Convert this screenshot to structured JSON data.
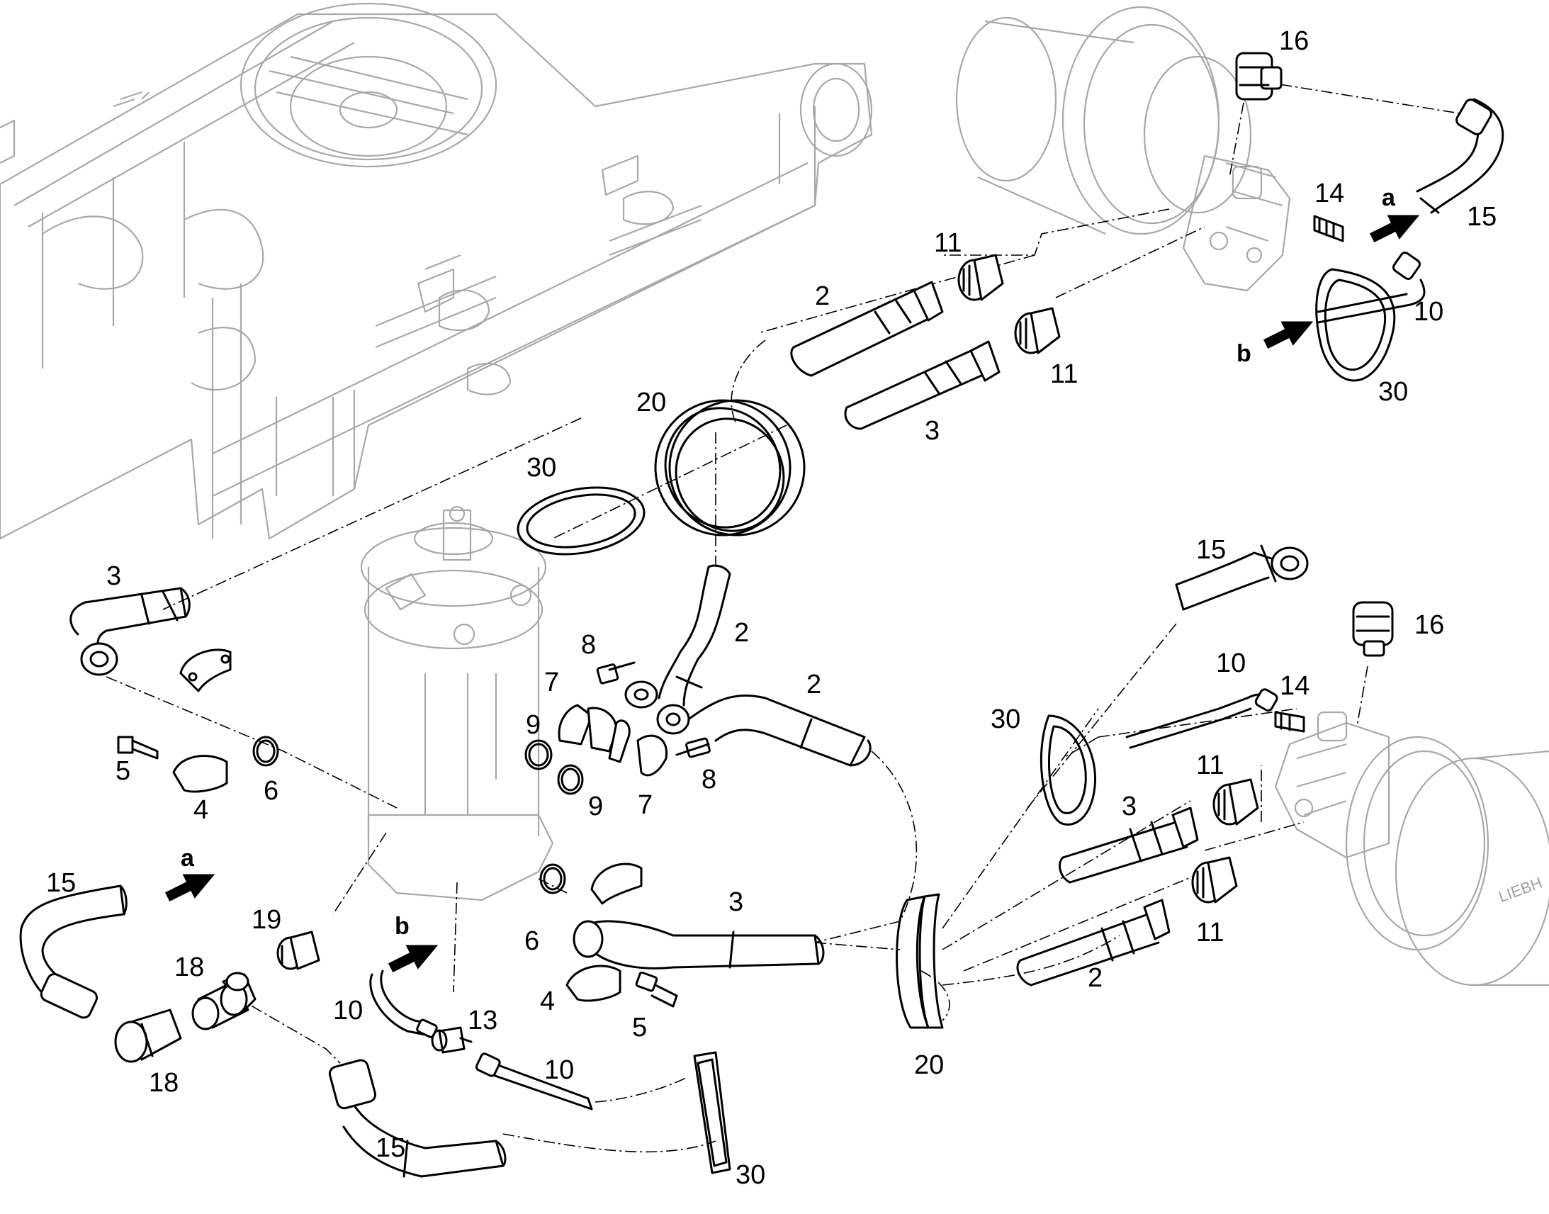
{
  "callouts": {
    "c16_top": "16",
    "c14_top": "14",
    "ca_top": "a",
    "c15_top": "15",
    "c11_top_a": "11",
    "c2_top": "2",
    "c10_top": "10",
    "cb_top": "b",
    "c11_top_b": "11",
    "c30_top": "30",
    "c20_mid": "20",
    "c3_top": "3",
    "c30_mid": "30",
    "c3_left": "3",
    "c15_right": "15",
    "c16_right": "16",
    "c2_mid_a": "2",
    "c8_a": "8",
    "c2_mid_b": "2",
    "c7_a": "7",
    "c10_right": "10",
    "c14_right": "14",
    "c30_right": "30",
    "c9_a": "9",
    "c5_a": "5",
    "c6_a": "6",
    "c4_a": "4",
    "c8_b": "8",
    "c9_b": "9",
    "c7_b": "7",
    "c11_right_a": "11",
    "c3_right": "3",
    "c15_left": "15",
    "ca_left": "a",
    "c3_lower": "3",
    "c19": "19",
    "c18_a": "18",
    "cb_left": "b",
    "c6_b": "6",
    "c11_right_b": "11",
    "c2_right": "2",
    "c4_b": "4",
    "c10_left": "10",
    "c13": "13",
    "c5_b": "5",
    "c18_b": "18",
    "c10_lower": "10",
    "c20_low": "20",
    "c15_low": "15",
    "c30_low": "30"
  },
  "motor_lettering": "LIEBH"
}
